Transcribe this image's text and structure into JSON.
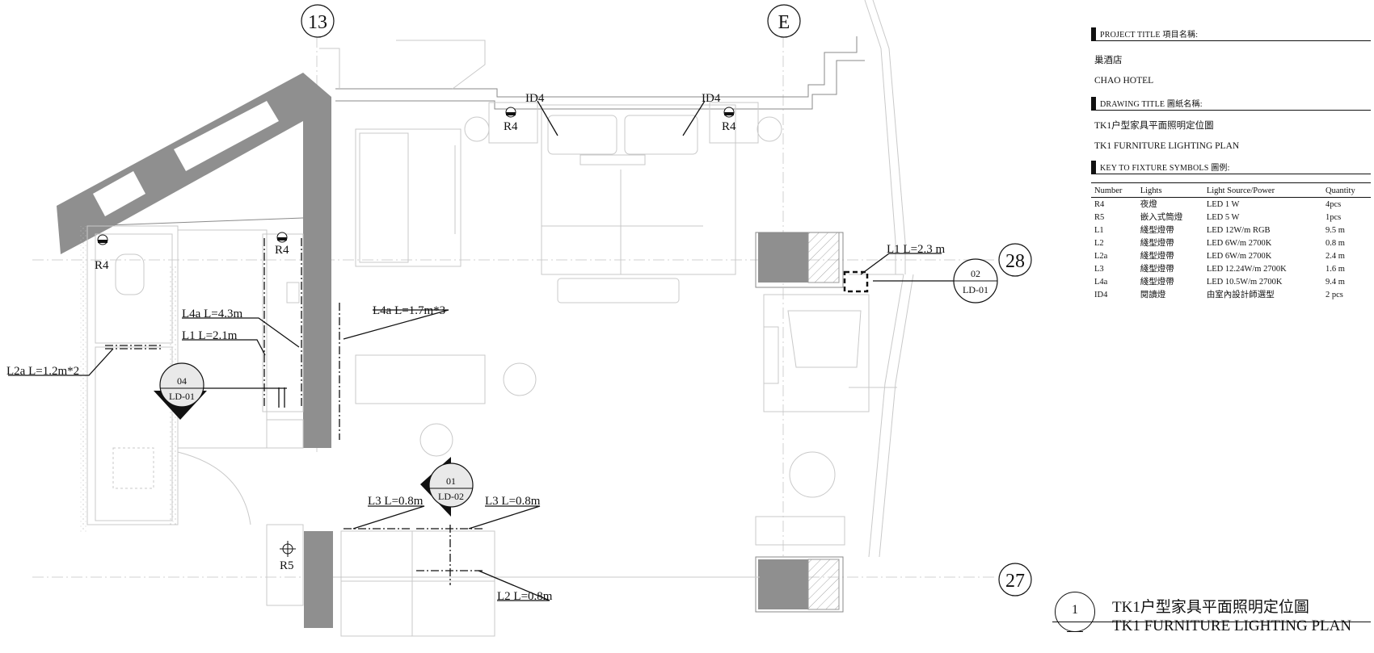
{
  "title_block": {
    "project_title_head": "PROJECT TITLE  項目名稱:",
    "project_name_cn": "巢酒店",
    "project_name_en": "CHAO HOTEL",
    "drawing_title_head": "DRAWING TITLE 圖紙名稱:",
    "drawing_title_cn": "TK1户型家具平面照明定位圖",
    "drawing_title_en": "TK1 FURNITURE LIGHTING PLAN",
    "key_head": "KEY TO FIXTURE SYMBOLS 圖例:"
  },
  "legend": {
    "headers": [
      "Number",
      "Lights",
      "Light Source/Power",
      "Quantity"
    ],
    "rows": [
      [
        "R4",
        "夜燈",
        "LED 1 W",
        "4pcs"
      ],
      [
        "R5",
        "嵌入式筒燈",
        "LED 5 W",
        "1pcs"
      ],
      [
        "L1",
        "綫型燈帶",
        "LED 12W/m RGB",
        "9.5 m"
      ],
      [
        "L2",
        "綫型燈帶",
        "LED 6W/m 2700K",
        "0.8 m"
      ],
      [
        "L2a",
        "綫型燈帶",
        "LED 6W/m 2700K",
        "2.4 m"
      ],
      [
        "L3",
        "綫型燈帶",
        "LED 12.24W/m 2700K",
        "1.6 m"
      ],
      [
        "L4a",
        "綫型燈帶",
        "LED 10.5W/m 2700K",
        "9.4 m"
      ],
      [
        "ID4",
        "閱讀燈",
        "由室內設計師選型",
        "2 pcs"
      ]
    ]
  },
  "plan_title": {
    "number": "1",
    "title_cn": "TK1户型家具平面照明定位圖",
    "title_en": "TK1 FURNITURE LIGHTING PLAN"
  },
  "plan": {
    "grid_axes": {
      "axis_13": "13",
      "axis_E": "E",
      "axis_28": "28",
      "axis_27": "27"
    },
    "labels": {
      "id4_left": "ID4",
      "id4_right": "ID4",
      "r4_left_bed": "R4",
      "r4_right_bed": "R4",
      "r4_bath": "R4",
      "r4_wc": "R4",
      "r5": "R5",
      "l1_window": "L1 L=2.3 m",
      "l4a_wardrobe": "L4a  L=1.7m*3",
      "l4a_bath": "L4a  L=4.3m",
      "l1_bath": "L1  L=2.1m",
      "l2a": "L2a  L=1.2m*2",
      "l3_left": "L3 L=0.8m",
      "l3_right": "L3 L=0.8m",
      "l2": "L2 L=0.8m"
    },
    "section_markers": {
      "bath": {
        "top": "04",
        "bottom": "LD-01"
      },
      "entry": {
        "top": "01",
        "bottom": "LD-02"
      },
      "window": {
        "top": "02",
        "bottom": "LD-01"
      }
    }
  }
}
